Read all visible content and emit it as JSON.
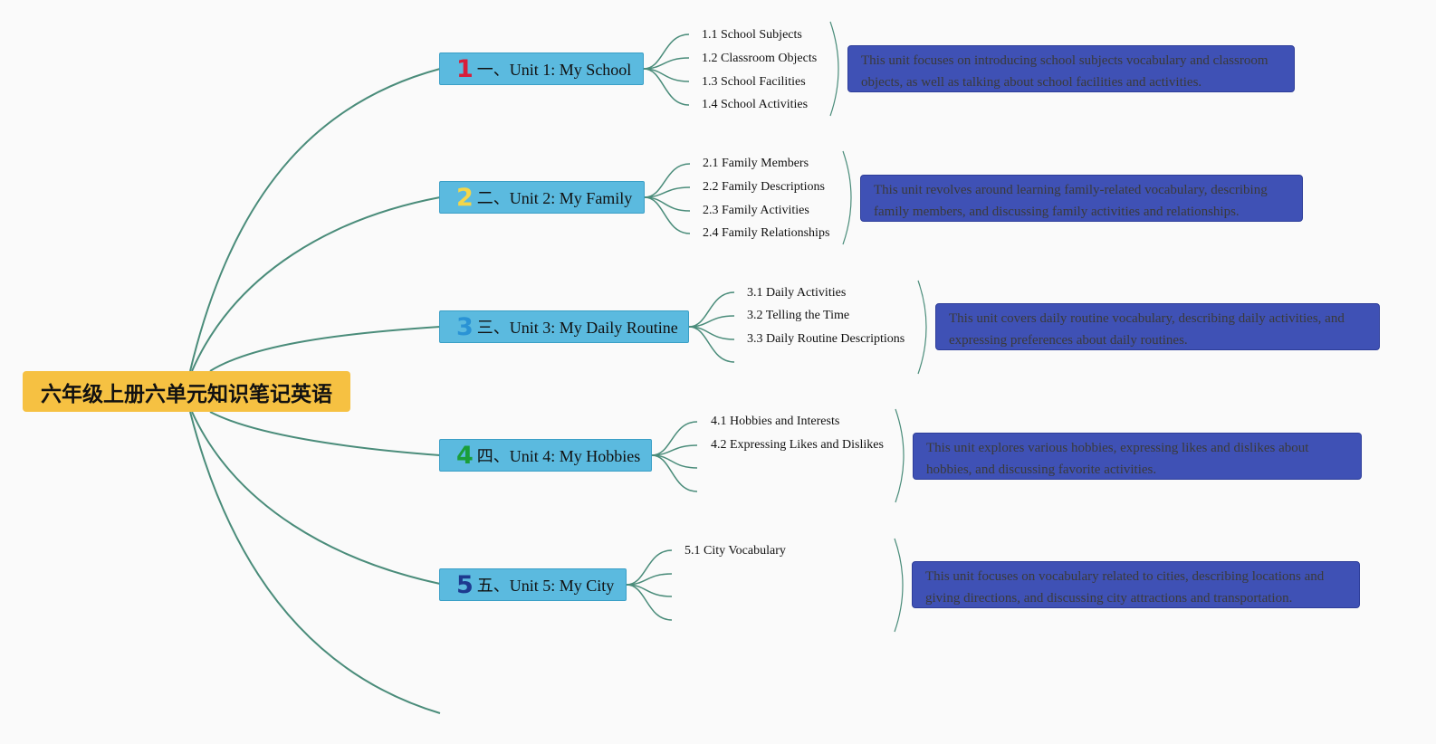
{
  "root": {
    "title": "六年级上册六单元知识笔记英语"
  },
  "units": [
    {
      "number": "1",
      "number_color": "#d81e3a",
      "label": "一、Unit 1: My School",
      "subtopics": [
        "1.1 School Subjects",
        "1.2 Classroom Objects",
        "1.3 School Facilities",
        "1.4 School Activities"
      ],
      "summary": "This unit focuses on introducing school subjects vocabulary and classroom objects, as well as talking about school facilities and activities."
    },
    {
      "number": "2",
      "number_color": "#f3d64a",
      "label": "二、Unit 2: My Family",
      "subtopics": [
        "2.1 Family Members",
        "2.2 Family Descriptions",
        "2.3 Family Activities",
        "2.4 Family Relationships"
      ],
      "summary": "This unit revolves around learning family-related vocabulary, describing family members, and discussing family activities and relationships."
    },
    {
      "number": "3",
      "number_color": "#2a93d5",
      "label": "三、Unit 3: My Daily Routine",
      "subtopics": [
        "3.1 Daily Activities",
        "3.2 Telling the Time",
        "3.3 Daily Routine Descriptions"
      ],
      "summary": "This unit covers daily routine vocabulary, describing daily activities, and expressing preferences about daily routines."
    },
    {
      "number": "4",
      "number_color": "#1a9e3a",
      "label": "四、Unit 4: My Hobbies",
      "subtopics": [
        "4.1 Hobbies and Interests",
        "4.2 Expressing Likes and Dislikes"
      ],
      "summary": "This unit explores various hobbies, expressing likes and dislikes about hobbies, and discussing favorite activities."
    },
    {
      "number": "5",
      "number_color": "#1d3a8f",
      "label": "五、Unit 5: My City",
      "subtopics": [
        "5.1 City Vocabulary"
      ],
      "summary": "This unit focuses on vocabulary related to cities, describing locations and giving directions, and discussing city attractions and transportation."
    }
  ],
  "colors": {
    "connector": "#4a8c7a",
    "root_fill": "#f6c142",
    "unit_fill": "#5bbadf",
    "note_fill": "#3f51b5"
  }
}
